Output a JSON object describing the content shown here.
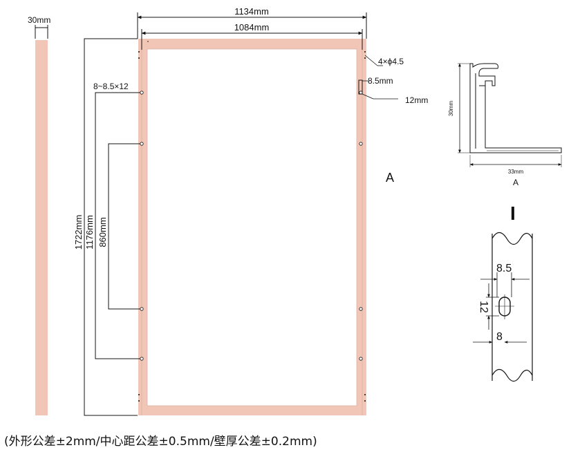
{
  "colors": {
    "frame": "#f2c6b6",
    "line": "#111111",
    "background": "#ffffff"
  },
  "side_profile": {
    "width_label": "30mm"
  },
  "frame": {
    "outer_width": "1134mm",
    "inner_width": "1084mm",
    "hole_spec": "8~8.5×12",
    "corner_holes": "4×ϕ4.5",
    "hole_width": "8.5mm",
    "hole_length": "12mm",
    "height_total": "1722mm",
    "height_mid": "1176mm",
    "height_inner": "860mm"
  },
  "section": {
    "view_label": "A",
    "cut_label": "A",
    "height_label": "30mm",
    "width_label": "33mm",
    "caption": "A"
  },
  "detail": {
    "marker": "I",
    "slot_width": "8.5",
    "slot_length": "12",
    "slot_offset": "8"
  },
  "footnote": "(外形公差±2mm/中心距公差±0.5mm/壁厚公差±0.2mm)"
}
